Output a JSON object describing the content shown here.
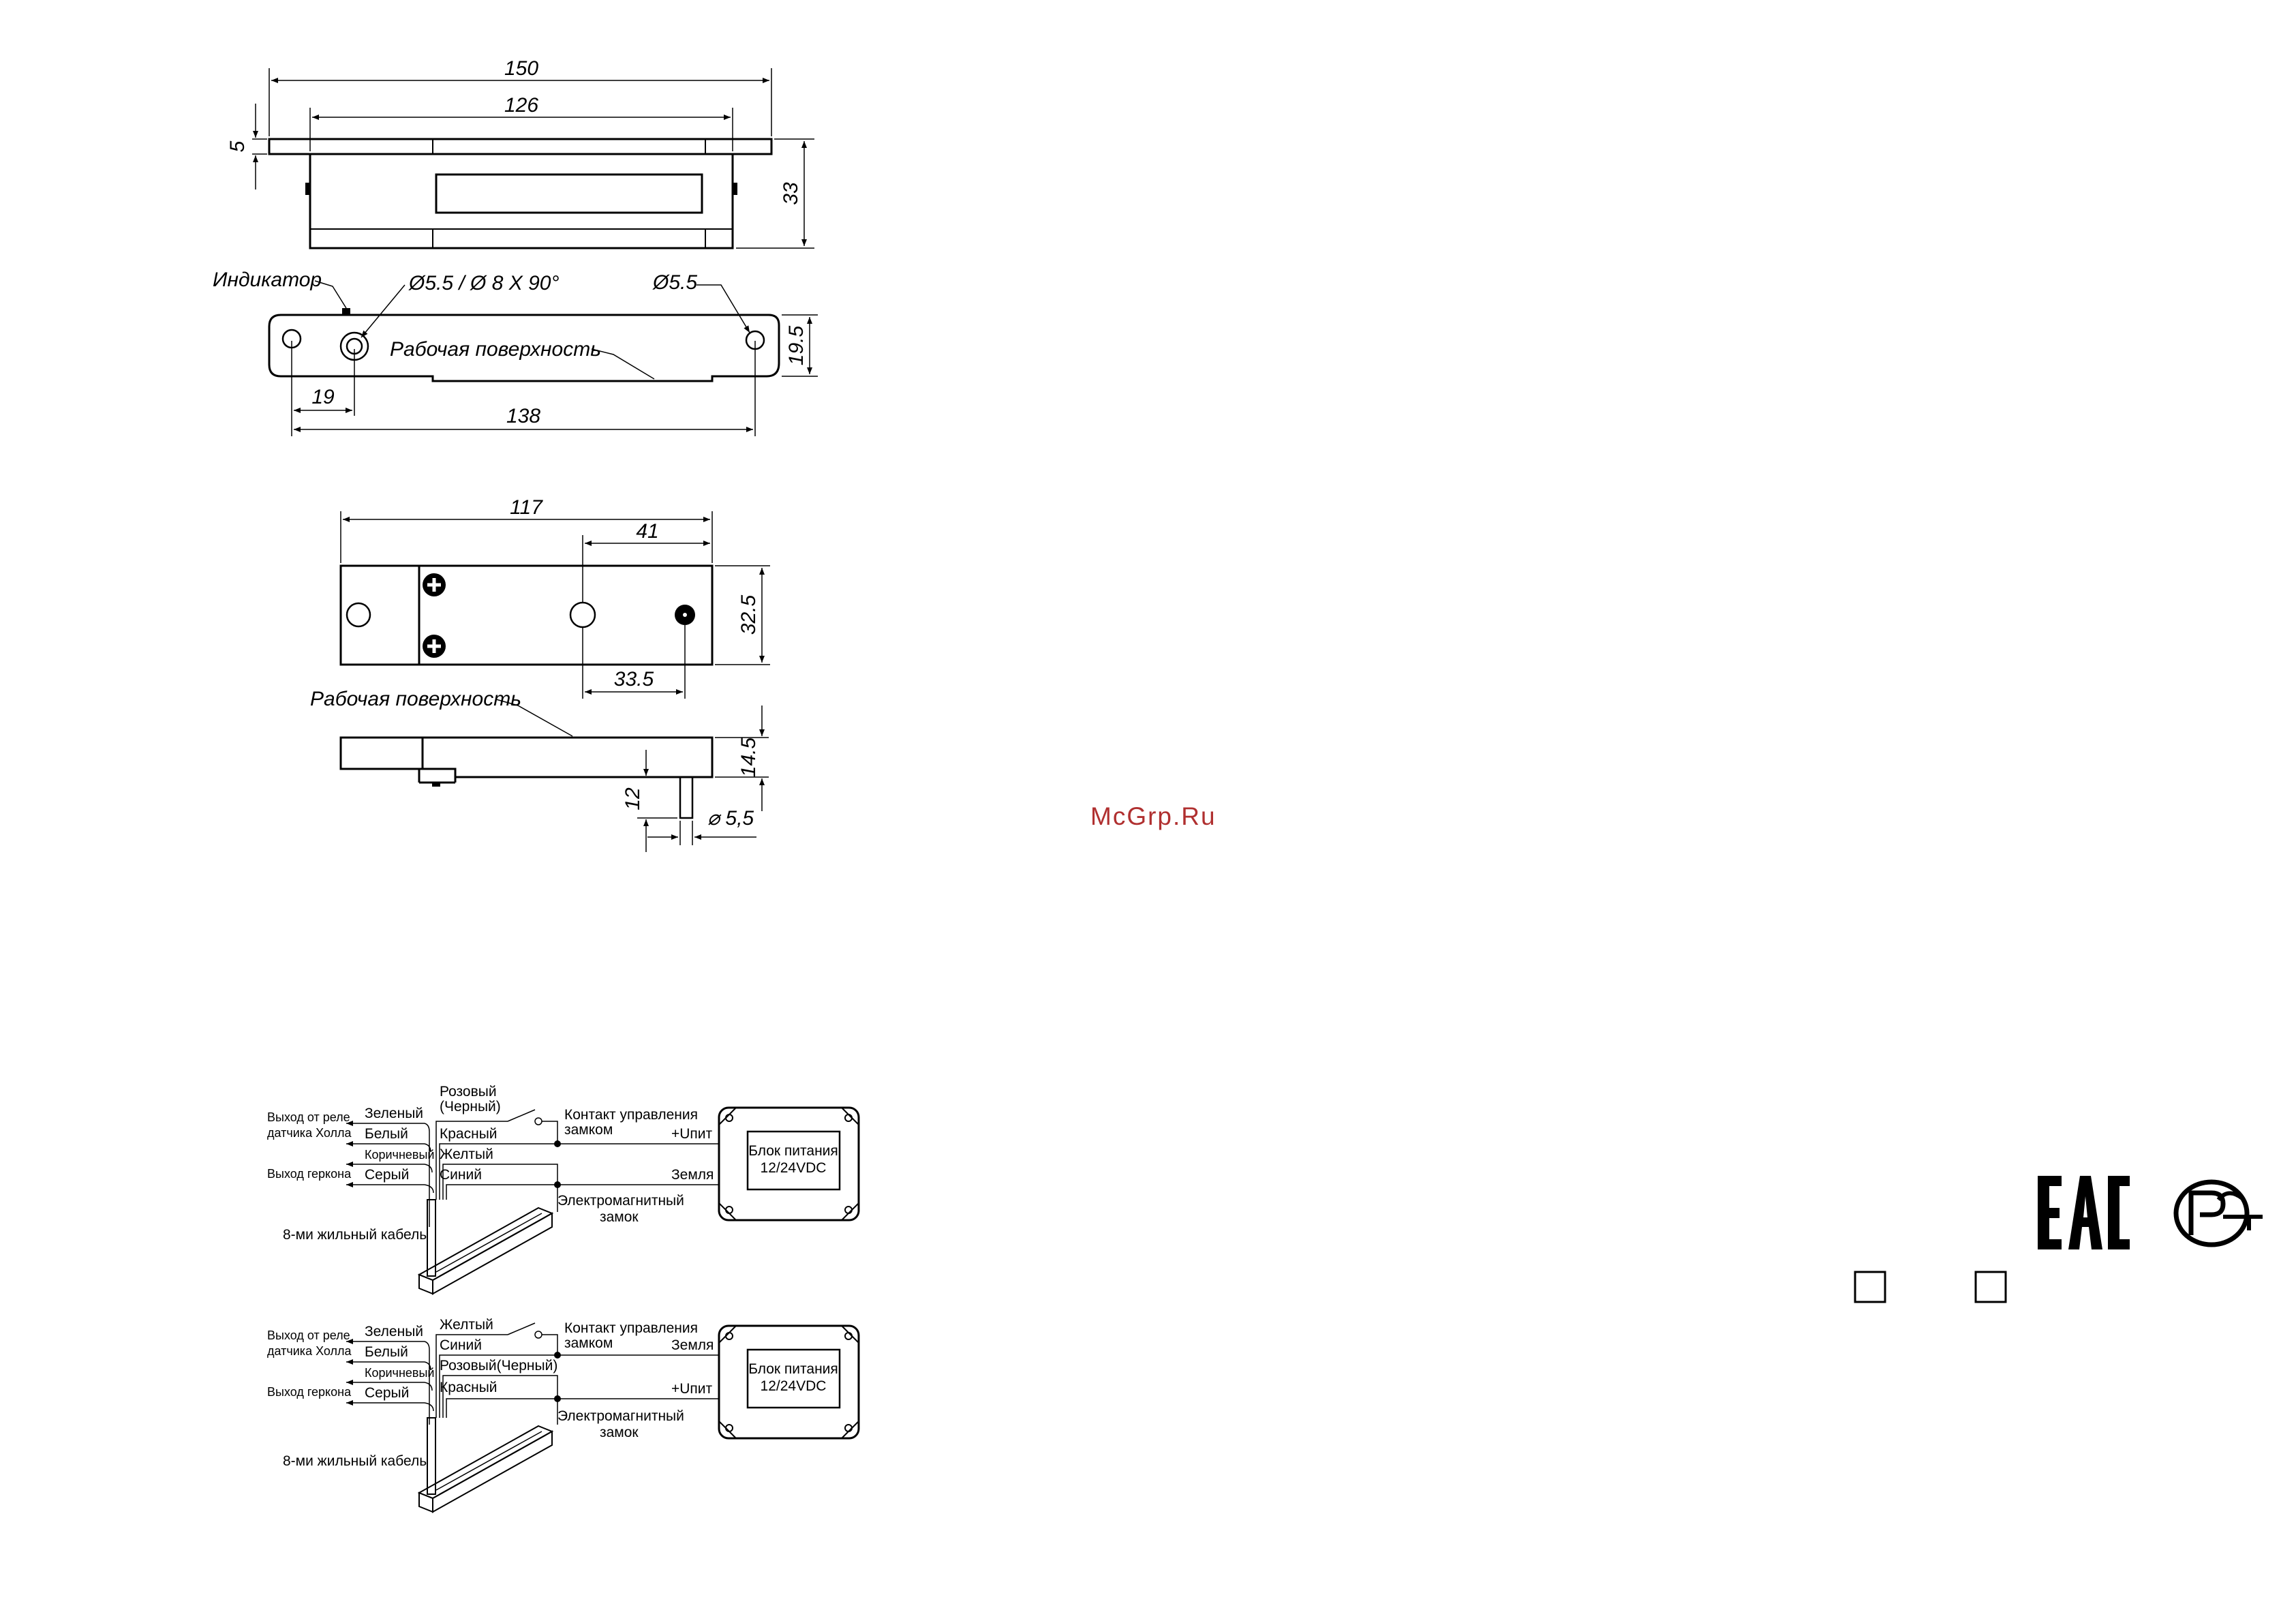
{
  "watermark": "McGrp.Ru",
  "drawing1": {
    "dim_150": "150",
    "dim_126": "126",
    "dim_5": "5",
    "dim_33": "33",
    "label_indicator": "Индикатор",
    "label_hole_center": "Ø5.5 / Ø 8 X 90°",
    "label_hole_right": "Ø5.5",
    "label_work_surface": "Рабочая поверхность",
    "dim_19_5": "19.5",
    "dim_19": "19",
    "dim_138": "138"
  },
  "drawing2": {
    "dim_117": "117",
    "dim_41": "41",
    "dim_32_5": "32.5",
    "dim_33_5": "33.5",
    "label_work_surface": "Рабочая поверхность",
    "dim_14_5": "14.5",
    "dim_12": "12",
    "dim_5_5": "⌀ 5,5"
  },
  "wiring1": {
    "out_hall_1": "Выход от реле",
    "out_hall_2": "датчика Холла",
    "out_reed": "Выход геркона",
    "wire_green": "Зеленый",
    "wire_white": "Белый",
    "wire_brown": "Коричневый",
    "wire_gray": "Серый",
    "wire_pink_1": "Розовый",
    "wire_pink_2": "(Черный)",
    "wire_red": "Красный",
    "wire_yellow": "Желтый",
    "wire_blue": "Синий",
    "control_1": "Контакт управления",
    "control_2": "замком",
    "plus_u": "+Uпит",
    "ground": "Земля",
    "psu_1": "Блок питания",
    "psu_2": "12/24VDC",
    "lock_1": "Электромагнитный",
    "lock_2": "замок",
    "cable": "8-ми жильный кабель"
  },
  "wiring2": {
    "out_hall_1": "Выход от реле",
    "out_hall_2": "датчика Холла",
    "out_reed": "Выход геркона",
    "wire_green": "Зеленый",
    "wire_white": "Белый",
    "wire_brown": "Коричневый",
    "wire_gray": "Серый",
    "wire_yellow": "Желтый",
    "wire_blue": "Синий",
    "wire_pink_black": "Розовый(Черный)",
    "wire_red": "Красный",
    "control_1": "Контакт управления",
    "control_2": "замком",
    "ground": "Земля",
    "plus_u": "+Uпит",
    "psu_1": "Блок питания",
    "psu_2": "12/24VDC",
    "lock_1": "Электромагнитный",
    "lock_2": "замок",
    "cable": "8-ми жильный кабель"
  },
  "marks": {
    "eac_icon": "eac-mark-icon",
    "pct_icon": "rst-mark-icon",
    "checkbox_left": "empty-checkbox",
    "checkbox_right": "empty-checkbox"
  }
}
